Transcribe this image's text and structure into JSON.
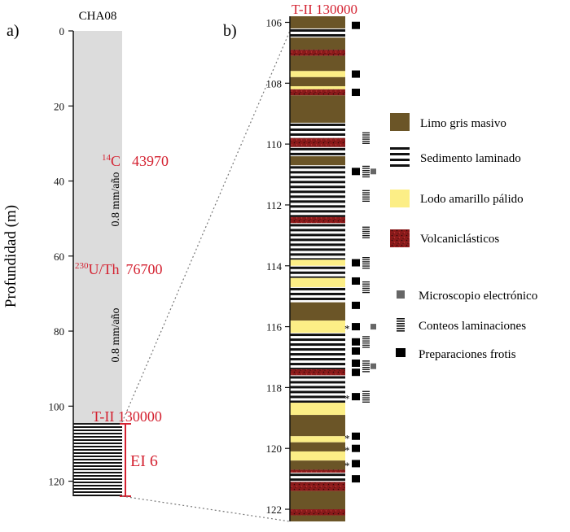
{
  "panel_a": {
    "label": "a)",
    "core_name": "CHA08",
    "ylabel": "Profundidad (m)",
    "ylim": [
      0,
      124
    ],
    "ticks": [
      0,
      20,
      40,
      60,
      80,
      100,
      120
    ],
    "laminated_interval": [
      104.5,
      124
    ],
    "dates": [
      {
        "iso_sup": "14",
        "iso_text": "C",
        "value": "43970",
        "depth": 35
      },
      {
        "iso_sup": "230",
        "iso_text": "U/Th",
        "value": "76700",
        "depth": 63
      },
      {
        "iso_sup": "",
        "iso_text": "T-II",
        "value": "130000",
        "depth": 103
      }
    ],
    "rates": [
      "0.8 mm/año",
      "0.8 mm/año"
    ],
    "interval_label": "EI 6"
  },
  "panel_b": {
    "label": "b)",
    "title": "T-II 130000",
    "ylim": [
      105.8,
      122.4
    ],
    "ticks": [
      106,
      108,
      110,
      112,
      114,
      116,
      118,
      120,
      122
    ],
    "layers": [
      {
        "from": 105.8,
        "to": 106.2,
        "type": "limo"
      },
      {
        "from": 106.2,
        "to": 106.5,
        "type": "laminado"
      },
      {
        "from": 106.5,
        "to": 106.9,
        "type": "limo"
      },
      {
        "from": 106.9,
        "to": 107.1,
        "type": "volcan"
      },
      {
        "from": 107.1,
        "to": 107.6,
        "type": "limo"
      },
      {
        "from": 107.6,
        "to": 107.8,
        "type": "amarillo"
      },
      {
        "from": 107.8,
        "to": 108.1,
        "type": "limo"
      },
      {
        "from": 108.1,
        "to": 108.2,
        "type": "amarillo"
      },
      {
        "from": 108.2,
        "to": 108.4,
        "type": "volcan"
      },
      {
        "from": 108.4,
        "to": 109.3,
        "type": "limo"
      },
      {
        "from": 109.3,
        "to": 109.8,
        "type": "laminado"
      },
      {
        "from": 109.8,
        "to": 110.1,
        "type": "volcan"
      },
      {
        "from": 110.1,
        "to": 110.4,
        "type": "laminado"
      },
      {
        "from": 110.4,
        "to": 110.7,
        "type": "limo"
      },
      {
        "from": 110.7,
        "to": 112.4,
        "type": "laminado"
      },
      {
        "from": 112.4,
        "to": 112.6,
        "type": "volcan"
      },
      {
        "from": 112.6,
        "to": 113.8,
        "type": "laminado"
      },
      {
        "from": 113.8,
        "to": 114.0,
        "type": "amarillo"
      },
      {
        "from": 114.0,
        "to": 114.4,
        "type": "laminado"
      },
      {
        "from": 114.4,
        "to": 114.7,
        "type": "amarillo"
      },
      {
        "from": 114.7,
        "to": 115.2,
        "type": "laminado"
      },
      {
        "from": 115.2,
        "to": 115.8,
        "type": "limo"
      },
      {
        "from": 115.8,
        "to": 116.2,
        "type": "amarillo"
      },
      {
        "from": 116.2,
        "to": 117.4,
        "type": "laminado"
      },
      {
        "from": 117.4,
        "to": 117.6,
        "type": "volcan"
      },
      {
        "from": 117.6,
        "to": 118.5,
        "type": "laminado"
      },
      {
        "from": 118.5,
        "to": 118.9,
        "type": "amarillo"
      },
      {
        "from": 118.9,
        "to": 119.6,
        "type": "limo"
      },
      {
        "from": 119.6,
        "to": 119.8,
        "type": "amarillo"
      },
      {
        "from": 119.8,
        "to": 120.1,
        "type": "limo"
      },
      {
        "from": 120.1,
        "to": 120.4,
        "type": "amarillo"
      },
      {
        "from": 120.4,
        "to": 120.7,
        "type": "limo"
      },
      {
        "from": 120.7,
        "to": 120.8,
        "type": "volcan"
      },
      {
        "from": 120.8,
        "to": 121.1,
        "type": "laminado"
      },
      {
        "from": 121.1,
        "to": 121.4,
        "type": "volcan"
      },
      {
        "from": 121.4,
        "to": 122.0,
        "type": "limo"
      },
      {
        "from": 122.0,
        "to": 122.2,
        "type": "volcan"
      },
      {
        "from": 122.2,
        "to": 122.4,
        "type": "limo"
      }
    ],
    "frotis": [
      106.1,
      107.7,
      108.3,
      110.9,
      113.9,
      114.5,
      115.3,
      116.0,
      116.5,
      116.8,
      117.2,
      117.5,
      118.3,
      119.6,
      120.0,
      120.5,
      121.0
    ],
    "stars": [
      116.0,
      118.3,
      119.6,
      120.0,
      120.5
    ],
    "conteos": [
      109.8,
      110.9,
      111.7,
      112.9,
      113.9,
      114.7,
      116.5,
      117.3,
      118.3
    ],
    "microscopio": [
      110.9,
      116.0,
      117.3
    ]
  },
  "legend": {
    "lithology": [
      {
        "key": "limo",
        "label": "Limo gris masivo"
      },
      {
        "key": "laminado",
        "label": "Sedimento laminado"
      },
      {
        "key": "amarillo",
        "label": "Lodo amarillo pálido"
      },
      {
        "key": "volcan",
        "label": "Volcaniclásticos"
      }
    ],
    "samples": [
      {
        "key": "microscopio",
        "label": "Microscopio electrónico"
      },
      {
        "key": "conteos",
        "label": "Conteos laminaciones"
      },
      {
        "key": "frotis",
        "label": "Preparaciones frotis"
      }
    ]
  },
  "colors": {
    "limo": "#6b5527",
    "laminado_dark": "#111111",
    "laminado_light": "#ffffff",
    "amarillo": "#fcee86",
    "volcan": "#8b1a1a",
    "core_gray": "#dcdcdc",
    "accent_red": "#d42231",
    "marker_gray": "#666666"
  }
}
